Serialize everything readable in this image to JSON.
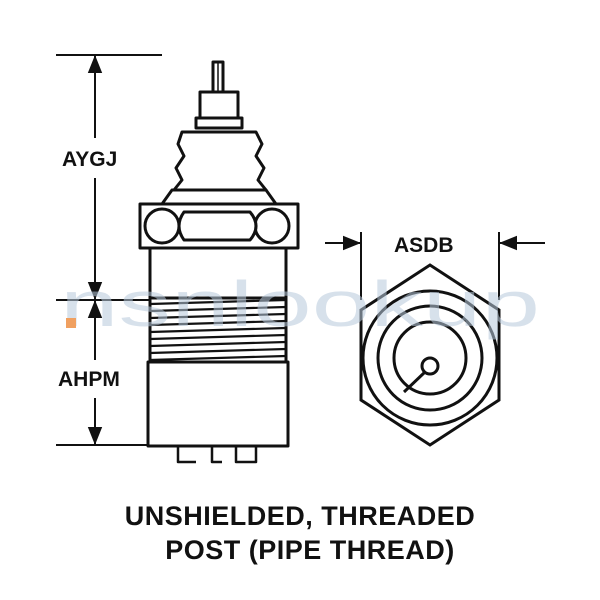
{
  "dimensions": {
    "overall_height_label": "AYGJ",
    "lower_height_label": "AHPM",
    "hex_across_flats_label": "ASDB"
  },
  "caption": {
    "line1": "UNSHIELDED, THREADED",
    "line2": "POST (PIPE THREAD)"
  },
  "watermark": {
    "text": "nsnlookup",
    "dot_color": "#f0a060",
    "text_color": "#b8c9dc"
  },
  "colors": {
    "line": "#111111",
    "background": "#ffffff"
  }
}
